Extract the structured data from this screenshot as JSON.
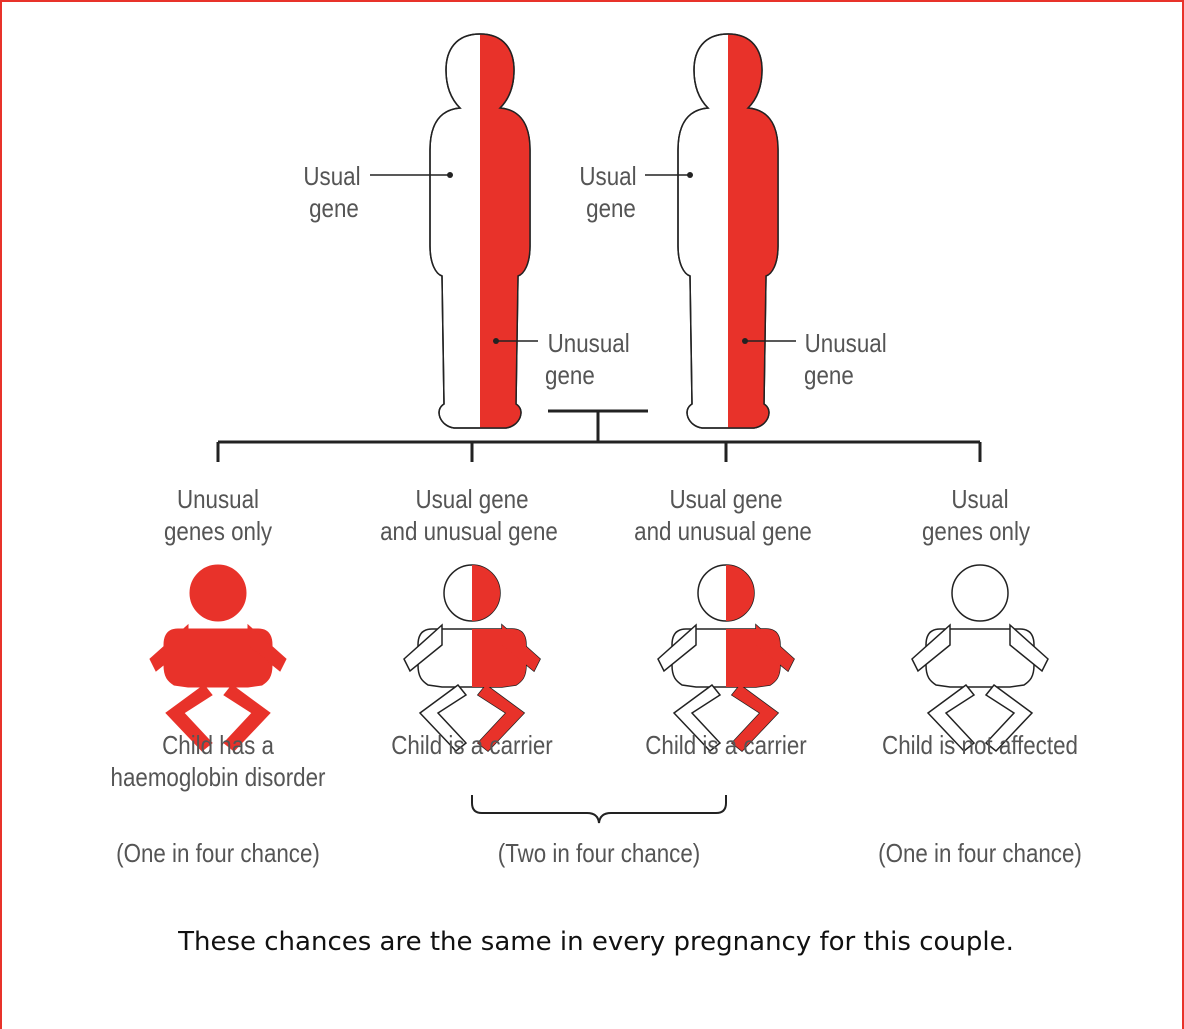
{
  "parents": {
    "left": {
      "usual_label": [
        "Usual",
        "gene"
      ],
      "unusual_label": [
        "Unusual",
        "gene"
      ]
    },
    "right": {
      "usual_label": [
        "Usual",
        "gene"
      ],
      "unusual_label": [
        "Unusual",
        "gene"
      ]
    }
  },
  "children": [
    {
      "heading": [
        "Unusual",
        "genes only"
      ],
      "result": [
        "Child has a",
        "haemoglobin disorder"
      ],
      "fill": "full"
    },
    {
      "heading": [
        "Usual gene",
        "and unusual gene"
      ],
      "result": [
        "Child is a carrier"
      ],
      "fill": "half"
    },
    {
      "heading": [
        "Usual gene",
        "and unusual gene"
      ],
      "result": [
        "Child is a carrier"
      ],
      "fill": "half"
    },
    {
      "heading": [
        "Usual",
        "genes only"
      ],
      "result": [
        "Child is not affected"
      ],
      "fill": "none"
    }
  ],
  "chances": {
    "affected": "(One in four chance)",
    "carrier": "(Two in four chance)",
    "not_affected": "(One in four chance)"
  },
  "footer": "These chances are the same in every pregnancy for this couple.",
  "colors": {
    "unusual_gene": "#e8322a",
    "outline": "#222222",
    "text": "#555555",
    "frame": "#e8322a"
  }
}
